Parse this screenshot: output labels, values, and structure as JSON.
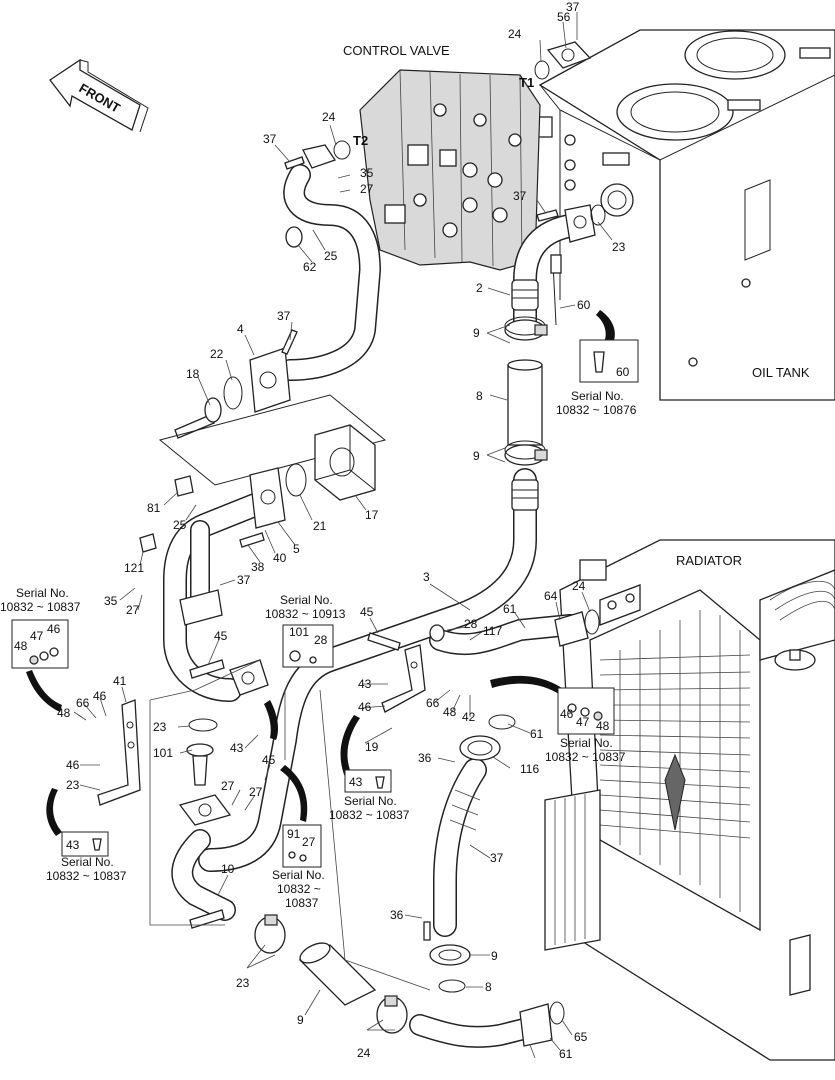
{
  "titles": {
    "control_valve": "CONTROL VALVE",
    "oil_tank": "OIL TANK",
    "radiator": "RADIATOR",
    "front": "FRONT",
    "t1": "T1",
    "t2": "T2"
  },
  "serial_notes": {
    "a": [
      "Serial No.",
      "10832 ~ 10876"
    ],
    "b": [
      "Serial No.",
      "10832 ~ 10837"
    ],
    "c": [
      "Serial No.",
      "10832 ~ 10913"
    ],
    "d": [
      "Serial No.",
      "10832 ~ 10837"
    ],
    "e": [
      "Serial No.",
      "10832 ~ 10837"
    ],
    "f": [
      "Serial No.",
      "10832 ~ 10837"
    ],
    "g": [
      "Serial No.",
      "10832 ~",
      "10837"
    ]
  },
  "inset_labels": {
    "a": [
      "60"
    ],
    "b": [
      "48",
      "47",
      "46"
    ],
    "c": [
      "101",
      "28"
    ],
    "d": [
      "43"
    ],
    "e": [
      "46",
      "47",
      "48"
    ],
    "f": [
      "43"
    ],
    "g": [
      "91",
      "27"
    ]
  },
  "callouts": [
    "56",
    "37",
    "24",
    "24",
    "37",
    "35",
    "27",
    "37",
    "23",
    "62",
    "25",
    "2",
    "60",
    "37",
    "22",
    "4",
    "18",
    "9",
    "8",
    "9",
    "17",
    "81",
    "25",
    "21",
    "5",
    "38",
    "40",
    "121",
    "37",
    "35",
    "27",
    "45",
    "3",
    "61",
    "64",
    "24",
    "28",
    "117",
    "45",
    "41",
    "66",
    "46",
    "48",
    "43",
    "23",
    "46",
    "66",
    "48",
    "42",
    "19",
    "101",
    "43",
    "46",
    "23",
    "61",
    "36",
    "116",
    "27",
    "27",
    "45",
    "10",
    "37",
    "36",
    "9",
    "23",
    "8",
    "9",
    "24",
    "65",
    "61"
  ]
}
